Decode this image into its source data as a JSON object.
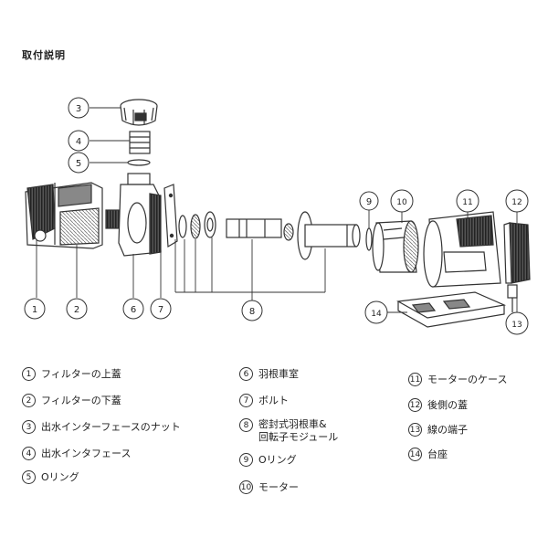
{
  "title": "取付説明",
  "callouts": [
    "1",
    "2",
    "3",
    "4",
    "5",
    "6",
    "7",
    "8",
    "9",
    "10",
    "11",
    "12",
    "13",
    "14"
  ],
  "legend": [
    {
      "num": "1",
      "text": "フィルターの上蓋"
    },
    {
      "num": "2",
      "text": "フィルターの下蓋"
    },
    {
      "num": "3",
      "text": "出水インターフェースのナット"
    },
    {
      "num": "4",
      "text": "出水インタフェース"
    },
    {
      "num": "5",
      "text": "Oリング"
    },
    {
      "num": "6",
      "text": "羽根車室"
    },
    {
      "num": "7",
      "text": "ボルト"
    },
    {
      "num": "8",
      "text": "密封式羽根車&\n回転子モジュール"
    },
    {
      "num": "9",
      "text": "Oリング"
    },
    {
      "num": "10",
      "text": "モーター"
    },
    {
      "num": "11",
      "text": "モーターのケース"
    },
    {
      "num": "12",
      "text": "後側の蓋"
    },
    {
      "num": "13",
      "text": "線の端子"
    },
    {
      "num": "14",
      "text": "台座"
    }
  ]
}
